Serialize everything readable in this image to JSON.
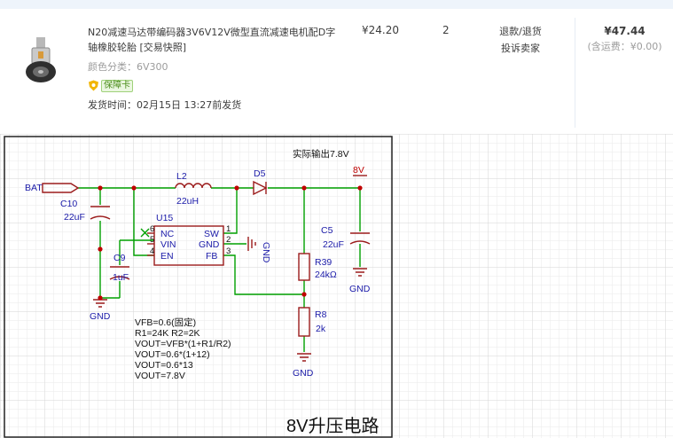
{
  "order": {
    "title": "N20减速马达带编码器3V6V12V微型直流减速电机配D字轴橡胶轮胎 [交易快照]",
    "sku": "颜色分类：6V300",
    "badge": "保障卡",
    "ship_time": "发货时间：02月15日 13:27前发货",
    "unit_price": "¥24.20",
    "quantity": "2",
    "actions": [
      "退款/退货",
      "投诉卖家"
    ],
    "total": "¥47.44",
    "shipping_fee": "(含运费：¥0.00)"
  },
  "schematic": {
    "title": "8V升压电路",
    "output_note": "实际输出7.8V",
    "nets": {
      "bat": "BAT",
      "out": "8V",
      "gnd": "GND"
    },
    "components": {
      "ic": "U15",
      "l2": "L2",
      "l2_val": "22uH",
      "d5": "D5",
      "c10": "C10",
      "c10_val": "22uF",
      "c9": "C9",
      "c9_val": "1uF",
      "c5": "C5",
      "c5_val": "22uF",
      "r39": "R39",
      "r39_val": "24kΩ",
      "r8": "R8",
      "r8_val": "2k"
    },
    "pins": {
      "nc": "NC",
      "vin": "VIN",
      "en": "EN",
      "sw": "SW",
      "gnd": "GND",
      "fb": "FB",
      "p6": "6",
      "p5": "5",
      "p4": "4",
      "p1": "1",
      "p2": "2",
      "p3": "3"
    },
    "notes": [
      "VFB=0.6(固定)",
      "R1=24K R2=2K",
      "VOUT=VFB*(1+R1/R2)",
      "VOUT=0.6*(1+12)",
      "VOUT=0.6*13",
      "VOUT=7.8V"
    ],
    "colors": {
      "wire": "#00a000",
      "part": "#9b1b1b",
      "label": "#1a1aa8",
      "junction": "#c00000"
    }
  }
}
